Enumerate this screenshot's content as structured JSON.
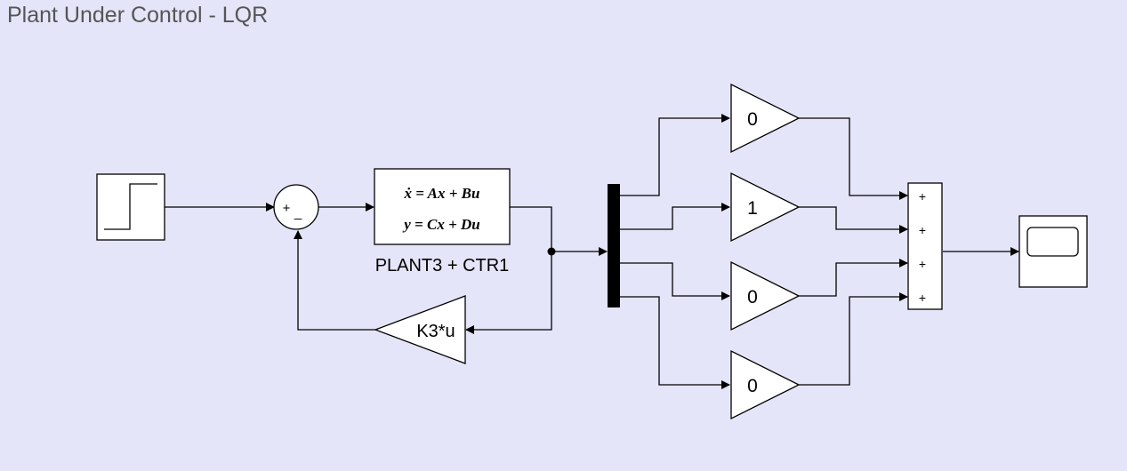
{
  "title": "Plant Under Control - LQR",
  "plant": {
    "eq1": "ẋ = Ax + Bu",
    "eq2": "y = Cx + Du",
    "label": "PLANT3 + CTR1"
  },
  "feedback_gain": "K3*u",
  "sum1_signs": {
    "top": "+",
    "bottom": "_"
  },
  "gains": [
    "0",
    "1",
    "0",
    "0"
  ],
  "sum2_signs": [
    "+",
    "+",
    "+",
    "+"
  ],
  "blocks": {
    "step": "step-source",
    "scope": "scope-sink",
    "mux": "demux-bar"
  }
}
